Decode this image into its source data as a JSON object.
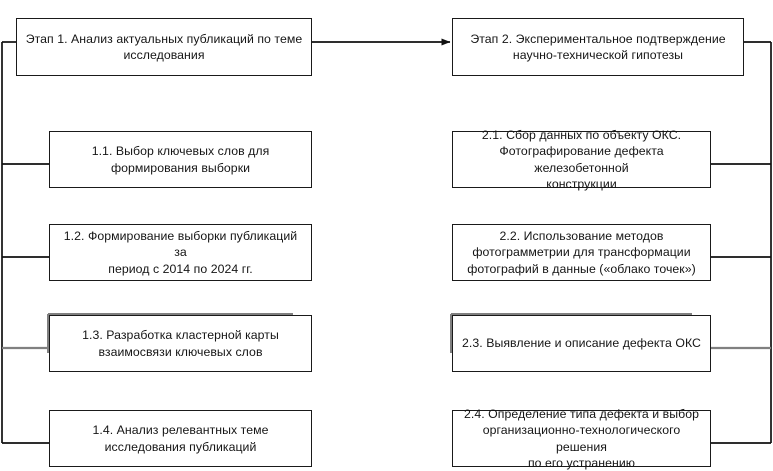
{
  "diagram": {
    "type": "flowchart",
    "language": "ru",
    "orientation": "two-column-stage-breakdown",
    "colors": {
      "background": "#ffffff",
      "node_border": "#1a1a1a",
      "node_fill": "#ffffff",
      "connector": "#1a1a1a",
      "shadow_accent": "#808080",
      "text": "#151515"
    },
    "stages": [
      {
        "id": "stage-1",
        "label": "Этап 1. Анализ актуальных публикаций по теме\nисследования",
        "substeps": [
          {
            "id": "step-1-1",
            "label": "1.1.  Выбор ключевых слов для\nформирования выборки",
            "accent": false
          },
          {
            "id": "step-1-2",
            "label": "1.2.  Формирование выборки публикаций за\nпериод с 2014 по 2024 гг.",
            "accent": false
          },
          {
            "id": "step-1-3",
            "label": "1.3.  Разработка кластерной карты\nвзаимосвязи ключевых слов",
            "accent": true
          },
          {
            "id": "step-1-4",
            "label": "1.4.  Анализ релевантных теме\nисследования публикаций",
            "accent": false
          }
        ]
      },
      {
        "id": "stage-2",
        "label": "Этап 2. Экспериментальное подтверждение\nнаучно-технической гипотезы",
        "substeps": [
          {
            "id": "step-2-1",
            "label": "2.1. Сбор данных по объекту ОКС.\nФотографирование дефекта железобетонной\nконструкции",
            "accent": false
          },
          {
            "id": "step-2-2",
            "label": "2.2.  Использование методов\nфотограмметрии для трансформации\nфотографий в данные («облако точек»)",
            "accent": false
          },
          {
            "id": "step-2-3",
            "label": "2.3.  Выявление и описание дефекта ОКС",
            "accent": true
          },
          {
            "id": "step-2-4",
            "label": "2.4.  Определение типа дефекта и выбор\nорганизационно-технологического решения\nпо его устранению",
            "accent": false
          }
        ]
      }
    ],
    "connectors": [
      {
        "id": "arrow-stage1-to-stage2",
        "kind": "arrow",
        "from": "stage-1",
        "to": "stage-2"
      },
      {
        "id": "spine-left",
        "kind": "bus",
        "from": "stage-1",
        "to": "step-1-1,step-1-2,step-1-3,step-1-4"
      },
      {
        "id": "spine-right",
        "kind": "bus",
        "from": "stage-2",
        "to": "step-2-1,step-2-2,step-2-3,step-2-4"
      }
    ]
  }
}
